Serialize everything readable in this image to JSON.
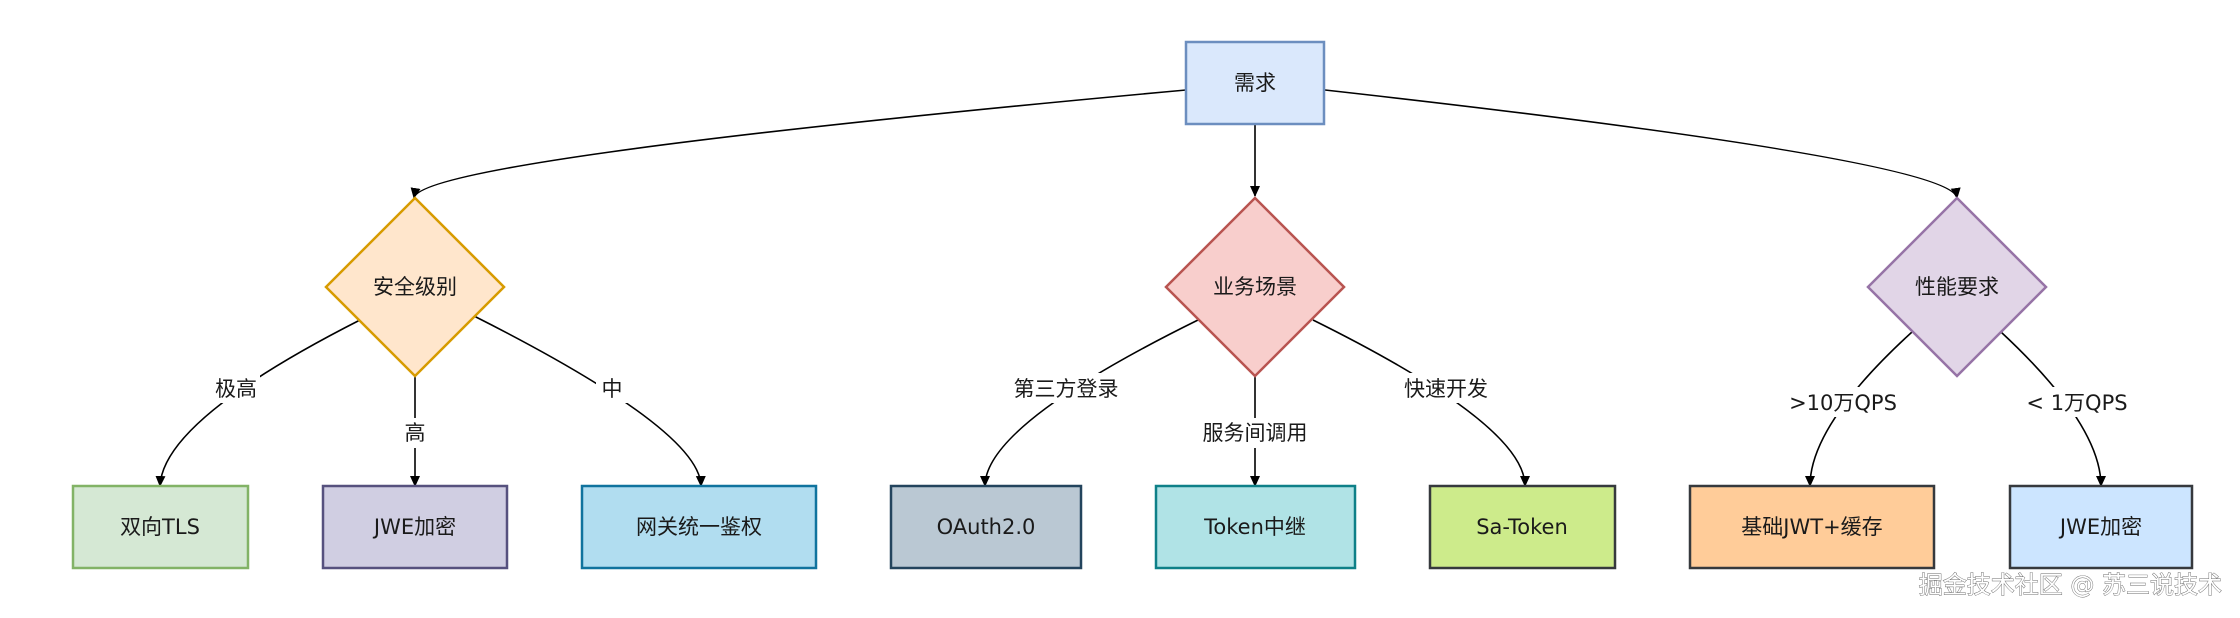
{
  "nodes": {
    "root": {
      "label": "需求",
      "fill": "#dae8fc",
      "stroke": "#6c8ebf"
    },
    "security": {
      "label": "安全级别",
      "fill": "#ffe6cc",
      "stroke": "#d79b00"
    },
    "business": {
      "label": "业务场景",
      "fill": "#f8cecc",
      "stroke": "#b85450"
    },
    "performance": {
      "label": "性能要求",
      "fill": "#e1d5e7",
      "stroke": "#9673a6"
    },
    "mutual_tls": {
      "label": "双向TLS",
      "fill": "#d5e8d4",
      "stroke": "#82b366"
    },
    "jwe_1": {
      "label": "JWE加密",
      "fill": "#d0cee2",
      "stroke": "#56517e"
    },
    "gateway_auth": {
      "label": "网关统一鉴权",
      "fill": "#b1ddf0",
      "stroke": "#10739e"
    },
    "oauth2": {
      "label": "OAuth2.0",
      "fill": "#bac8d3",
      "stroke": "#23445d"
    },
    "token_relay": {
      "label": "Token中继",
      "fill": "#b0e3e6",
      "stroke": "#0e8088"
    },
    "sa_token": {
      "label": "Sa-Token",
      "fill": "#cdeb8b",
      "stroke": "#36393d"
    },
    "jwt_cache": {
      "label": "基础JWT+缓存",
      "fill": "#ffcc99",
      "stroke": "#36393d"
    },
    "jwe_2": {
      "label": "JWE加密",
      "fill": "#cce5ff",
      "stroke": "#36393d"
    }
  },
  "edges": {
    "very_high": "极高",
    "high": "高",
    "medium": "中",
    "third_party_login": "第三方登录",
    "service_call": "服务间调用",
    "fast_dev": "快速开发",
    "over_100k_qps": ">10万QPS",
    "under_10k_qps": "< 1万QPS"
  },
  "watermark": "掘金技术社区 @ 苏三说技术"
}
